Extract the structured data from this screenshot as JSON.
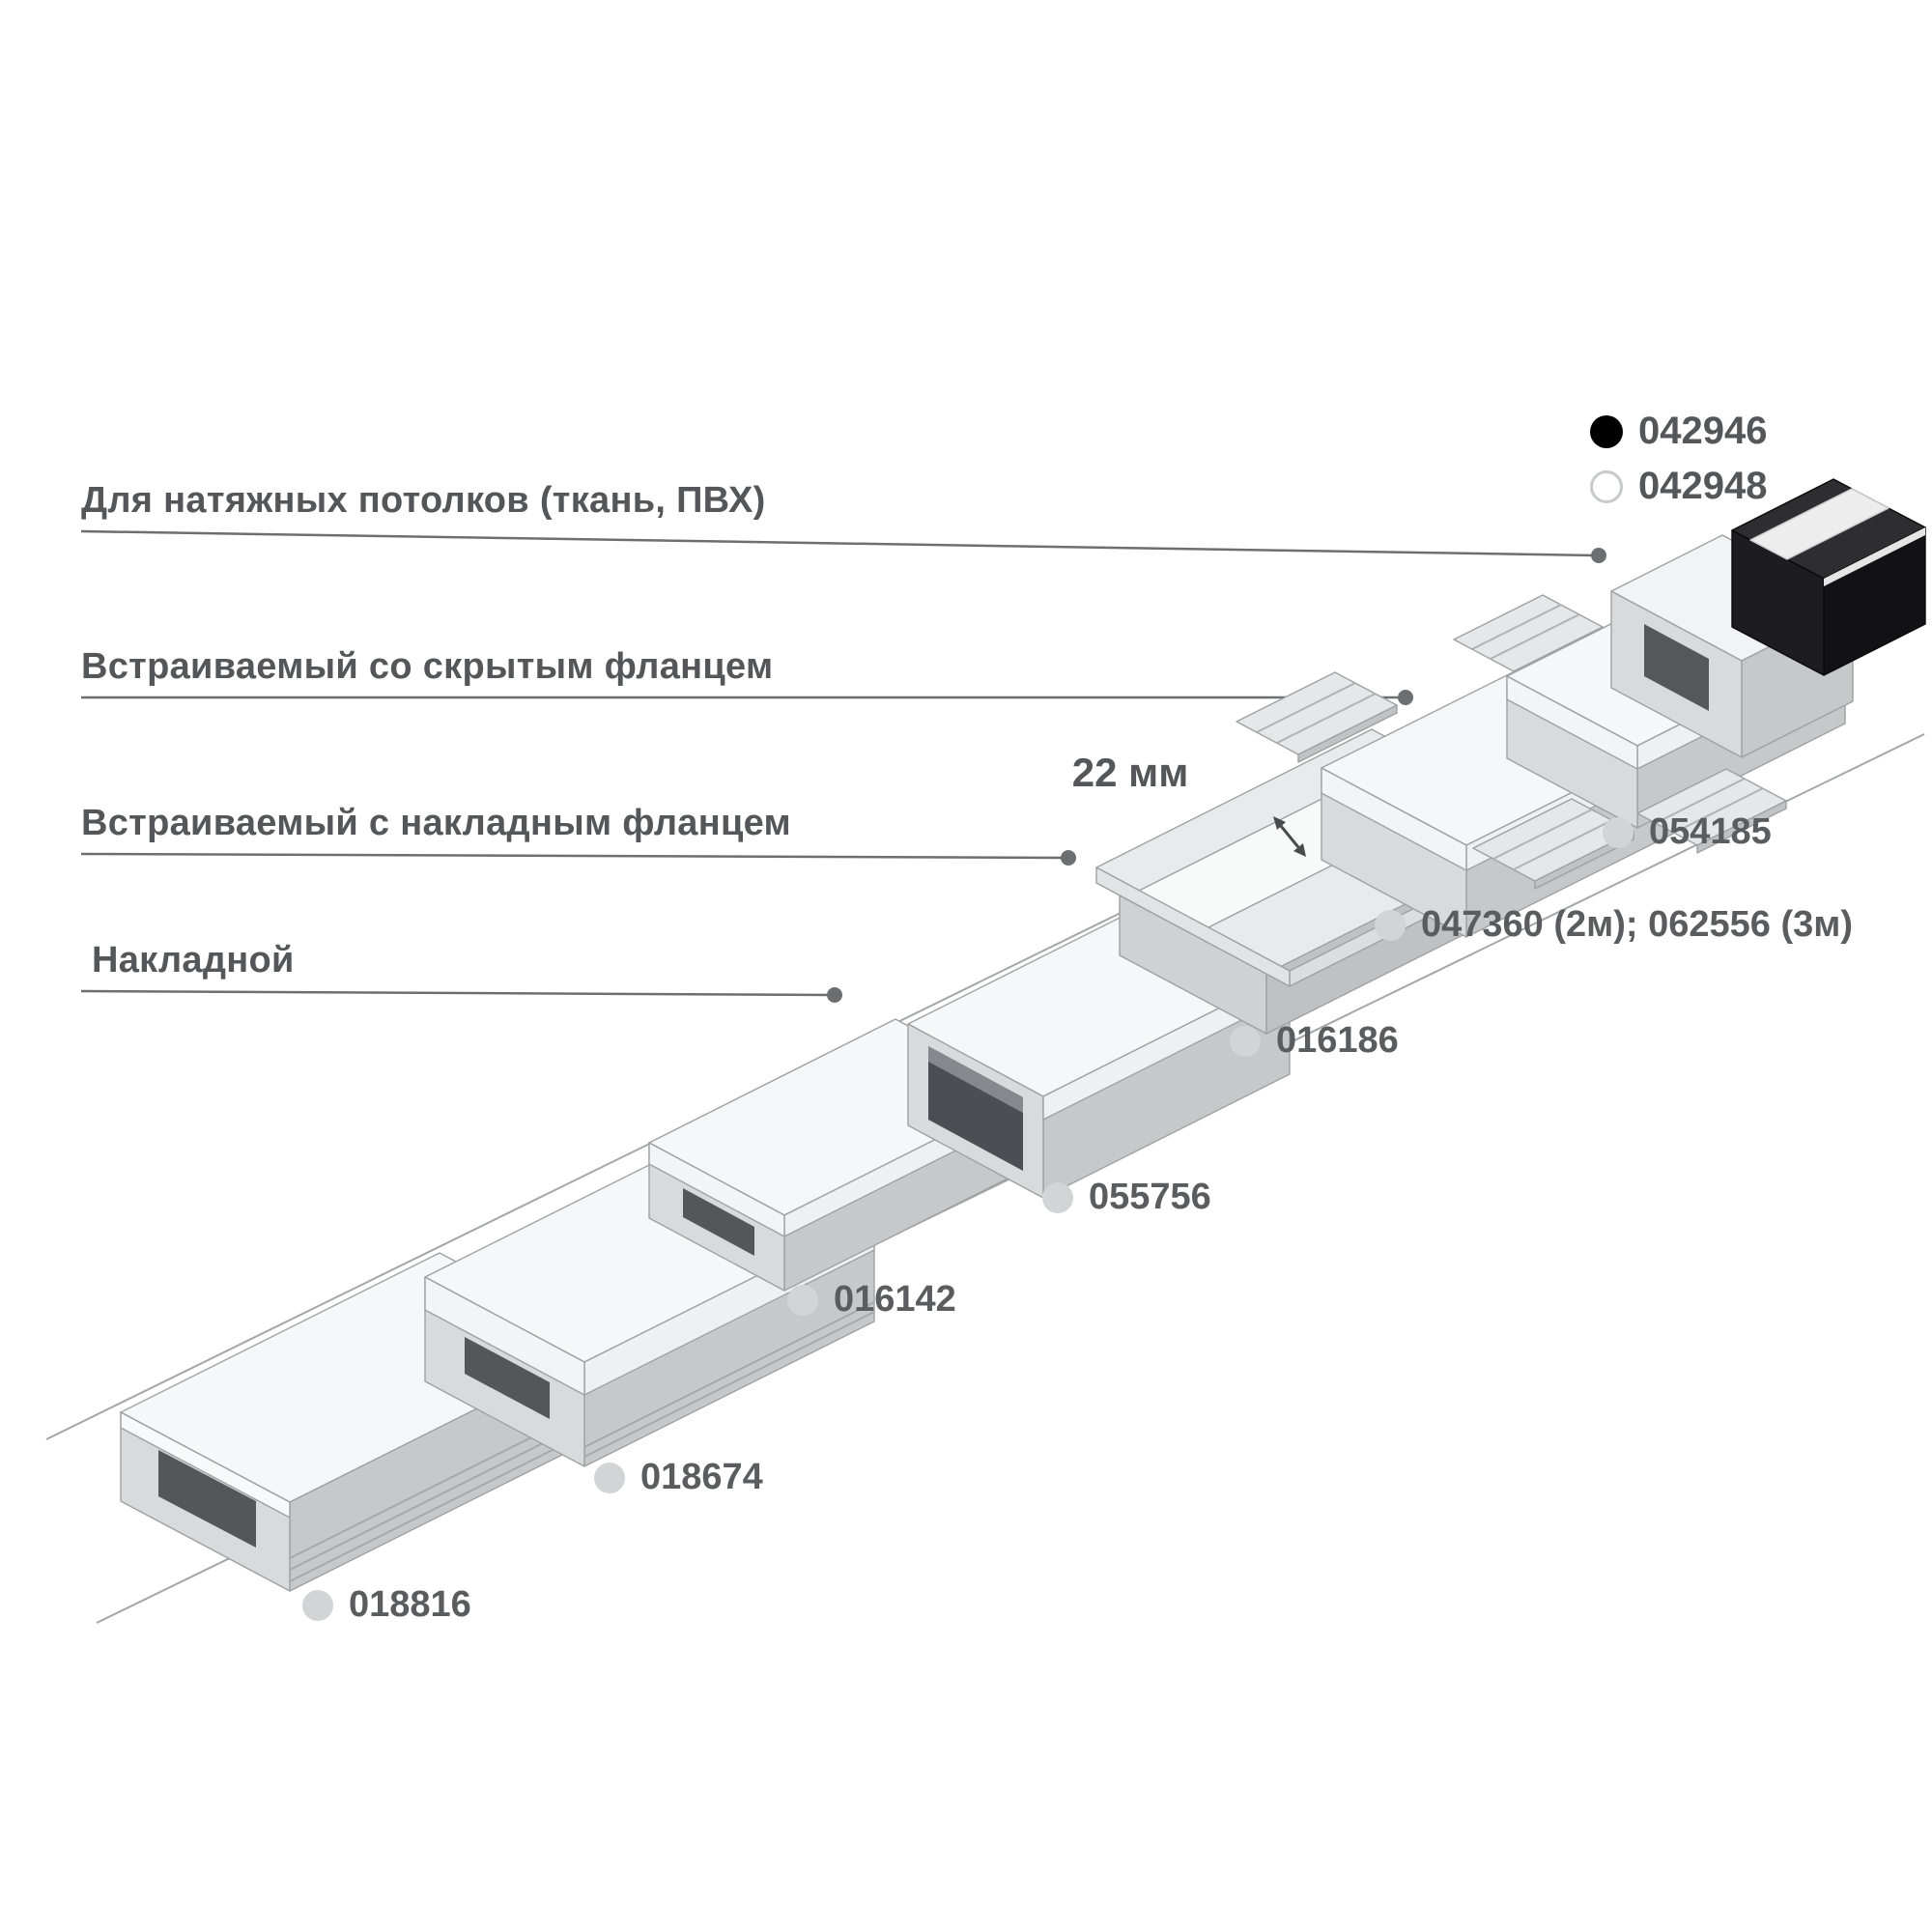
{
  "colors": {
    "text": "#55565a",
    "callout_line": "#6d6e71",
    "code_dot": "#d2d4d5",
    "legend_dot_filled": "#000000",
    "legend_dot_outline": "#ffffff"
  },
  "categories": {
    "stretch_ceiling": "Для натяжных потолков (ткань, ПВХ)",
    "recessed_hidden_flange": "Встраиваемый со скрытым фланцем",
    "recessed_surface_flange": "Встраиваемый с накладным фланцем",
    "surface": "Накладной"
  },
  "legend": {
    "items": [
      {
        "code": "042946",
        "variant": "black"
      },
      {
        "code": "042948",
        "variant": "white"
      }
    ]
  },
  "dimension": {
    "width_label": "22 мм"
  },
  "products": [
    {
      "code": "018816"
    },
    {
      "code": "018674"
    },
    {
      "code": "016142"
    },
    {
      "code": "055756"
    },
    {
      "code": "016186"
    },
    {
      "code": "047360 (2м); 062556 (3м)"
    },
    {
      "code": "054185"
    }
  ]
}
